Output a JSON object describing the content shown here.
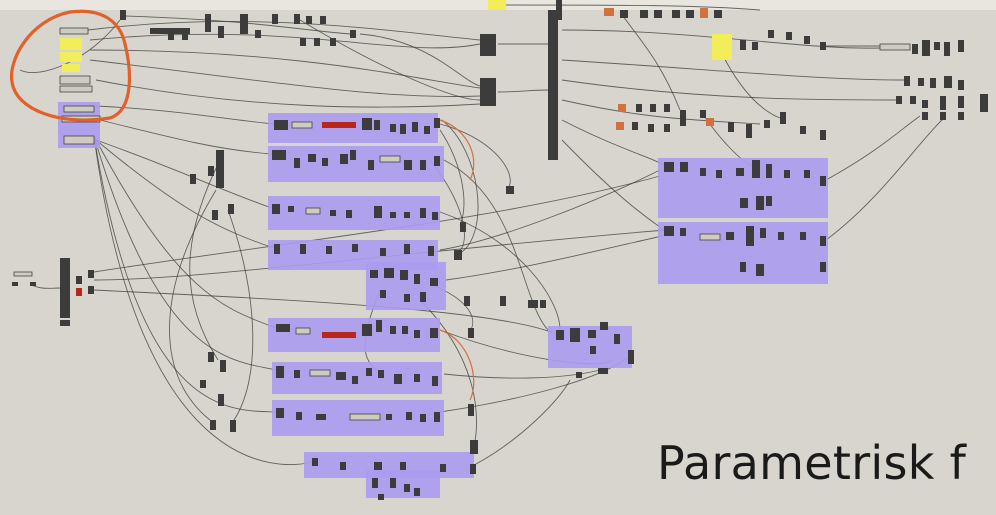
{
  "caption": "Parametrisk f",
  "colors": {
    "canvas_bg": "#d7d5cd",
    "cluster_fill": "#ab9bf0",
    "node_fill": "#3c3c3c",
    "wire": "#3a3a3a",
    "highlight_circle": "#e0612a",
    "slider_fill": "#f2ee5a",
    "warning_node": "#b8261e",
    "orange_node": "#d0713e"
  },
  "diagram": {
    "kind": "grasshopper-node-graph",
    "highlighted_group": "input-parameters",
    "group_count": 14
  }
}
